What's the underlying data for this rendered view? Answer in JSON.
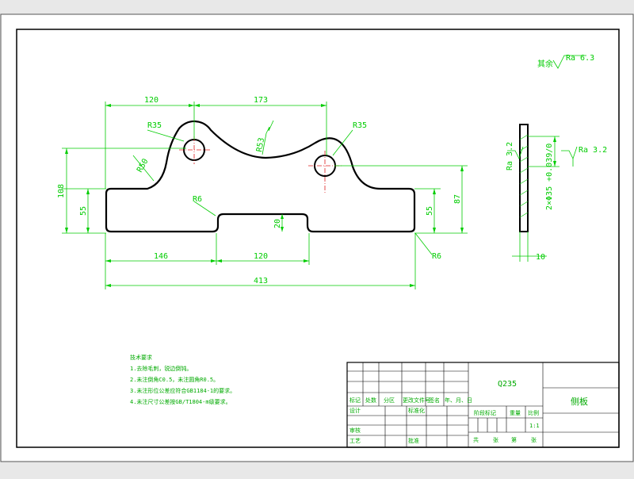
{
  "drawing": {
    "dimensions": {
      "top_left_width": "120",
      "top_right_width": "173",
      "radius_left_hole": "R35",
      "radius_arc": "R53",
      "radius_right_hole": "R35",
      "radius_left_corner": "R50",
      "height_overall": "108",
      "height_left_base": "55",
      "radius_notch": "R6",
      "notch_depth": "20",
      "height_right_base": "55",
      "height_right_top": "87",
      "radius_right_bottom": "R6",
      "bottom_left": "146",
      "bottom_middle": "120",
      "overall_length": "413",
      "side_hole_spec": "2×Φ35 +0.039/0",
      "side_thickness": "10",
      "side_roughness_left": "Ra 3.2",
      "side_roughness_right": "Ra 3.2",
      "roughness_general_symbol": "其余",
      "roughness_general_value": "Ra 6.3"
    },
    "notes": {
      "title": "技术要求",
      "items": [
        "1.去除毛刺，锐边倒钝。",
        "2.未注倒角C0.5，未注圆角R0.5。",
        "3.未注形位公差应符合GB1184-1的要求。",
        "4.未注尺寸公差按GB/T1804-m级要求。"
      ]
    },
    "title_block": {
      "material": "Q235",
      "part_name": "侧板",
      "scale": "1:1",
      "row_labels": [
        "标记",
        "处数",
        "分区",
        "更改文件号",
        "签名",
        "年、月、日"
      ],
      "design_label": "设计",
      "standard_label": "标准化",
      "review_label": "审核",
      "process_label": "工艺",
      "approve_label": "批准",
      "stage_label": "阶段标记",
      "weight_label": "重量",
      "scale_label": "比例",
      "sheet_labels": [
        "共",
        "张",
        "第",
        "张"
      ]
    }
  }
}
